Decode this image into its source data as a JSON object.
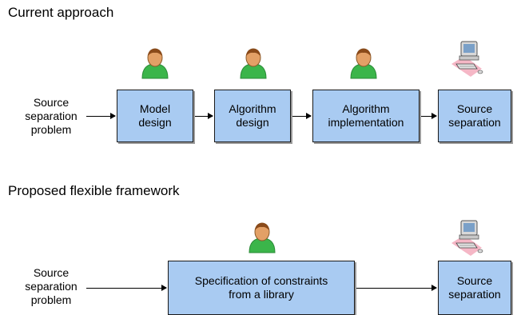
{
  "current": {
    "title": "Current approach",
    "input": "Source\nseparation\nproblem",
    "boxes": [
      "Model\ndesign",
      "Algorithm\ndesign",
      "Algorithm\nimplementation",
      "Source\nseparation"
    ]
  },
  "proposed": {
    "title": "Proposed flexible framework",
    "input": "Source\nseparation\nproblem",
    "boxes": [
      "Specification of constraints\nfrom a library",
      "Source\nseparation"
    ]
  },
  "icons": {
    "person": "person-icon",
    "computer": "computer-icon"
  },
  "colors": {
    "box_fill": "#a9cbf2",
    "person_body": "#3bb54a",
    "person_head": "#e3a066"
  }
}
